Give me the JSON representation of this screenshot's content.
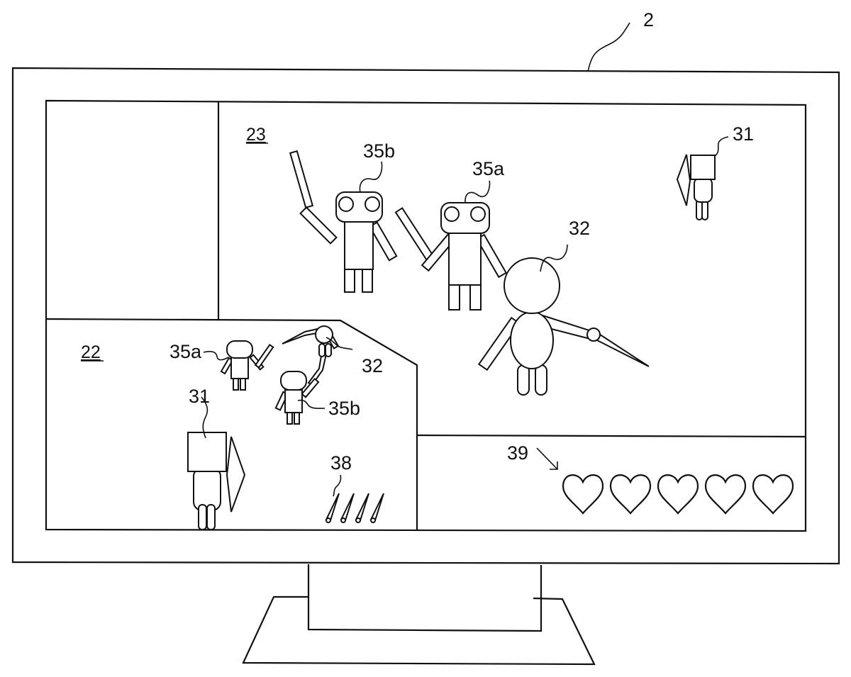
{
  "figure": {
    "reference_label": "2",
    "description": "Display device showing a game screen split into regions"
  },
  "regions": {
    "main_view": {
      "label": "23"
    },
    "map_view": {
      "label": "22"
    },
    "status_bar": {
      "label": "39"
    }
  },
  "characters": {
    "player": {
      "label": "31",
      "icon": "player-with-shield-icon"
    },
    "boss": {
      "label": "32",
      "icon": "round-boss-with-blade-icon"
    },
    "ally_a": {
      "label": "35a",
      "icon": "robot-with-sword-icon"
    },
    "ally_b": {
      "label": "35b",
      "icon": "robot-with-sword-icon"
    }
  },
  "items": {
    "arrows": {
      "label": "38",
      "count": 4,
      "icon": "arrow-icon"
    }
  },
  "life_gauge": {
    "label": "39",
    "hearts_total": 5,
    "hearts_filled": 5,
    "icon": "heart-outline-icon"
  }
}
